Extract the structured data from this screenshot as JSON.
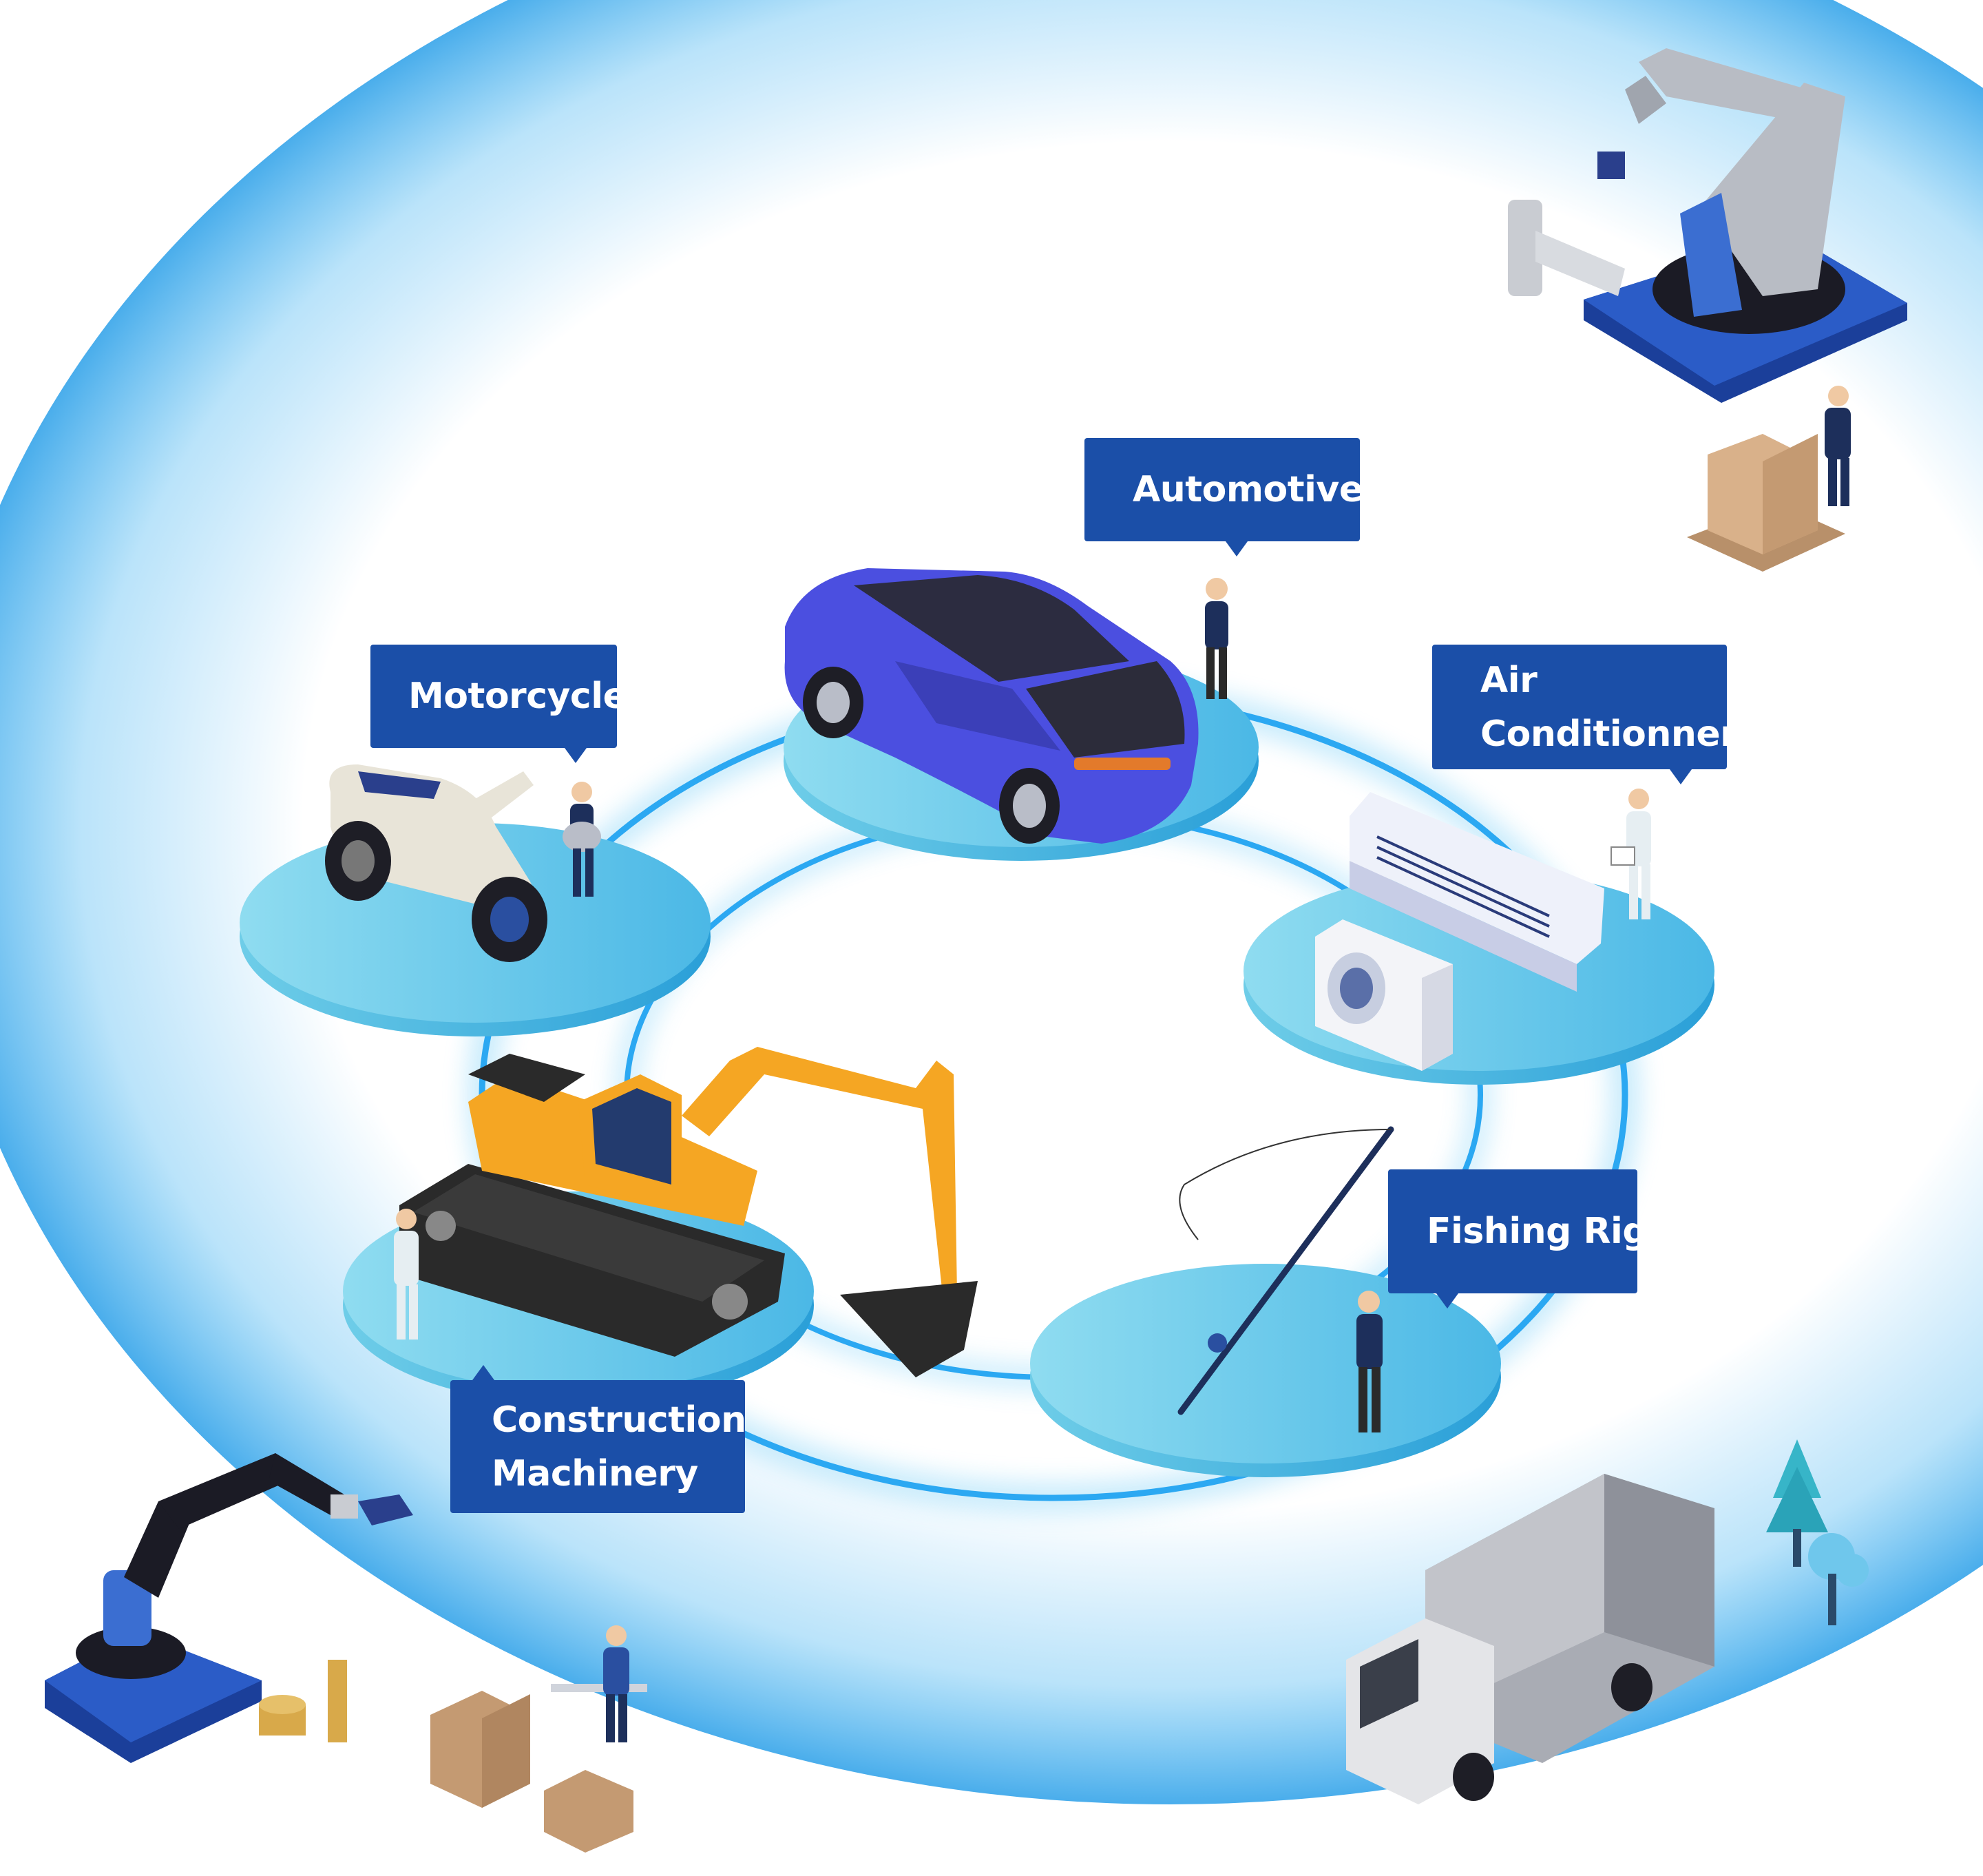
{
  "labels": {
    "automotive": "Automotive",
    "motorcycle": "Motorcycle",
    "air_conditioner_line1": "Air",
    "air_conditioner_line2": "Conditionner",
    "fishing_rig": "Fishing Rig",
    "construction_line1": "Construction",
    "construction_line2": "Machinery"
  },
  "colors": {
    "label_bg": "#1b4fa8",
    "platform": "#5cc3e6",
    "glow": "#3fb4f0"
  }
}
